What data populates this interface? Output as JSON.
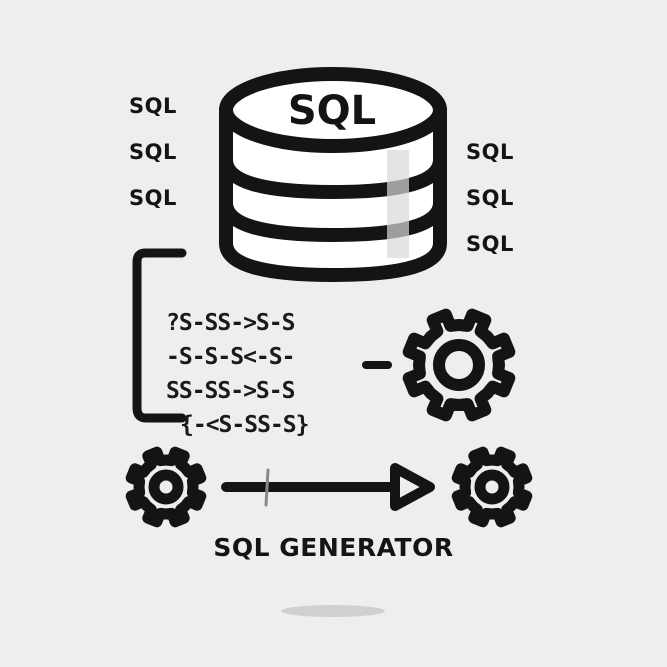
{
  "database": {
    "label": "SQL"
  },
  "left_labels": [
    "SQL",
    "SQL",
    "SQL"
  ],
  "right_labels": [
    "SQL",
    "SQL",
    "SQL"
  ],
  "code_lines": [
    "?S-SS->S-S",
    "-S-S-S<-S-",
    "SS-SS->S-S",
    "{-<S-SS-S}"
  ],
  "title": "SQL GENERATOR",
  "colors": {
    "ink": "#141414",
    "background": "#eeeeee",
    "shadow": "#d0d0d0"
  },
  "icons": [
    "database-icon",
    "gear-icon",
    "arrow-right-icon",
    "bracket-icon"
  ]
}
